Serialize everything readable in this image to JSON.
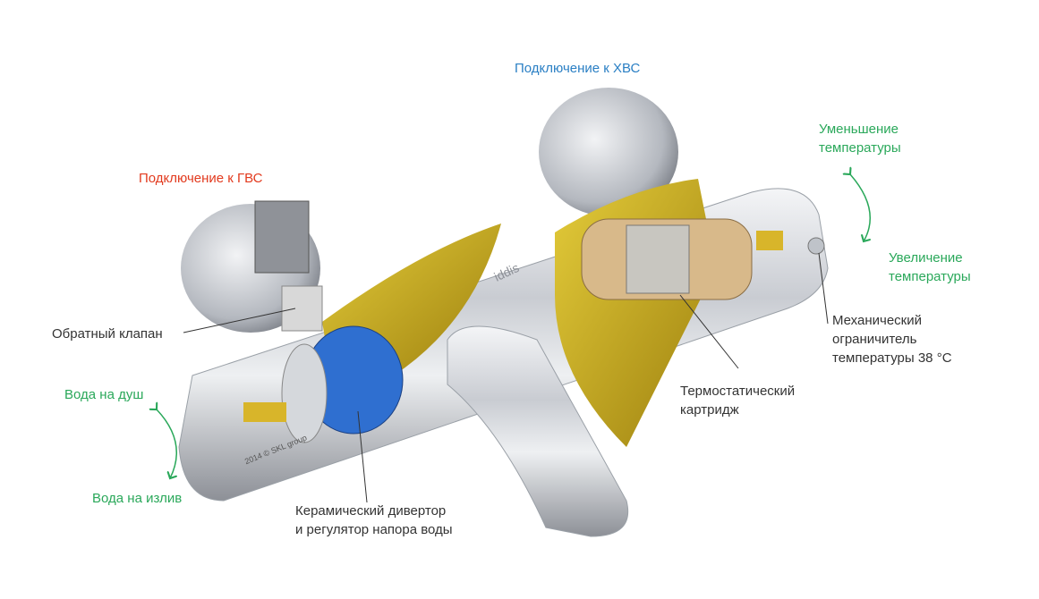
{
  "labels": {
    "cold_connection": "Подключение к ХВС",
    "hot_connection": "Подключение к ГВС",
    "temp_decrease": [
      "Уменьшение",
      "температуры"
    ],
    "temp_increase": [
      "Увеличение",
      "температуры"
    ],
    "limiter": [
      "Механический",
      "ограничитель",
      "температуры 38 °С"
    ],
    "thermo_cartridge": [
      "Термостатический",
      "картридж"
    ],
    "check_valve": "Обратный клапан",
    "to_shower": "Вода на душ",
    "to_spout": "Вода на излив",
    "diverter": [
      "Керамический дивертор",
      "и регулятор напора воды"
    ]
  },
  "brand_logo": "iddis",
  "watermark": "2014 © SKL group",
  "colors": {
    "cold": "#2a7fc4",
    "hot": "#e23a1e",
    "direction": "#2aa85a",
    "brass": "#c9a818",
    "diverter": "#2f6fd0"
  }
}
